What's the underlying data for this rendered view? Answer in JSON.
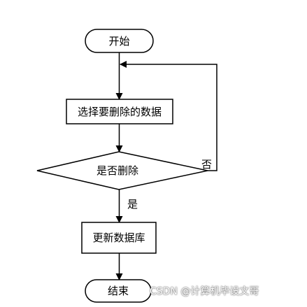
{
  "flowchart": {
    "nodes": {
      "start": "开始",
      "select": "选择要删除的数据",
      "decision": "是否删除",
      "update": "更新数据库",
      "end": "结束"
    },
    "edges": {
      "yes_label": "是",
      "no_label": "否"
    }
  },
  "watermark": "CSDN @计算机毕设文哥"
}
